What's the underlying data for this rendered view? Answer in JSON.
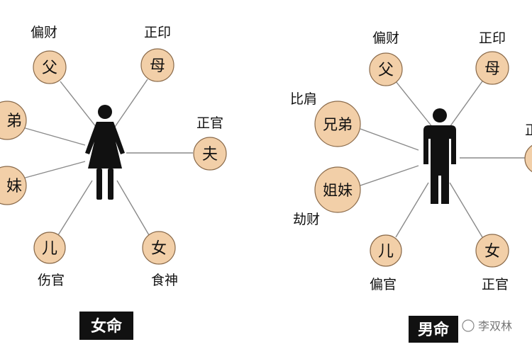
{
  "female_chart": {
    "title": "女命",
    "nodes": {
      "father": {
        "label": "父",
        "relation": "偏财"
      },
      "mother": {
        "label": "母",
        "relation": "正印"
      },
      "brother": {
        "label": "弟"
      },
      "sister": {
        "label": "妹"
      },
      "husband": {
        "label": "夫",
        "relation": "正官"
      },
      "son": {
        "label": "儿",
        "relation": "伤官"
      },
      "daughter": {
        "label": "女",
        "relation": "食神"
      }
    }
  },
  "male_chart": {
    "title": "男命",
    "nodes": {
      "father": {
        "label": "父",
        "relation": "偏财"
      },
      "mother": {
        "label": "母",
        "relation": "正印"
      },
      "brothers": {
        "label": "兄弟",
        "relation": "比肩"
      },
      "sisters": {
        "label": "姐妹",
        "relation": "劫财"
      },
      "son": {
        "label": "儿",
        "relation": "偏官"
      },
      "daughter": {
        "label": "女",
        "relation": "正官"
      },
      "partial_right": {
        "relation": "正"
      }
    }
  },
  "watermark": {
    "text": "李双林"
  },
  "colors": {
    "node_fill": "#f2cfa8",
    "node_stroke": "#8a6a4a",
    "figure": "#111111",
    "line": "#8a8a8a"
  }
}
